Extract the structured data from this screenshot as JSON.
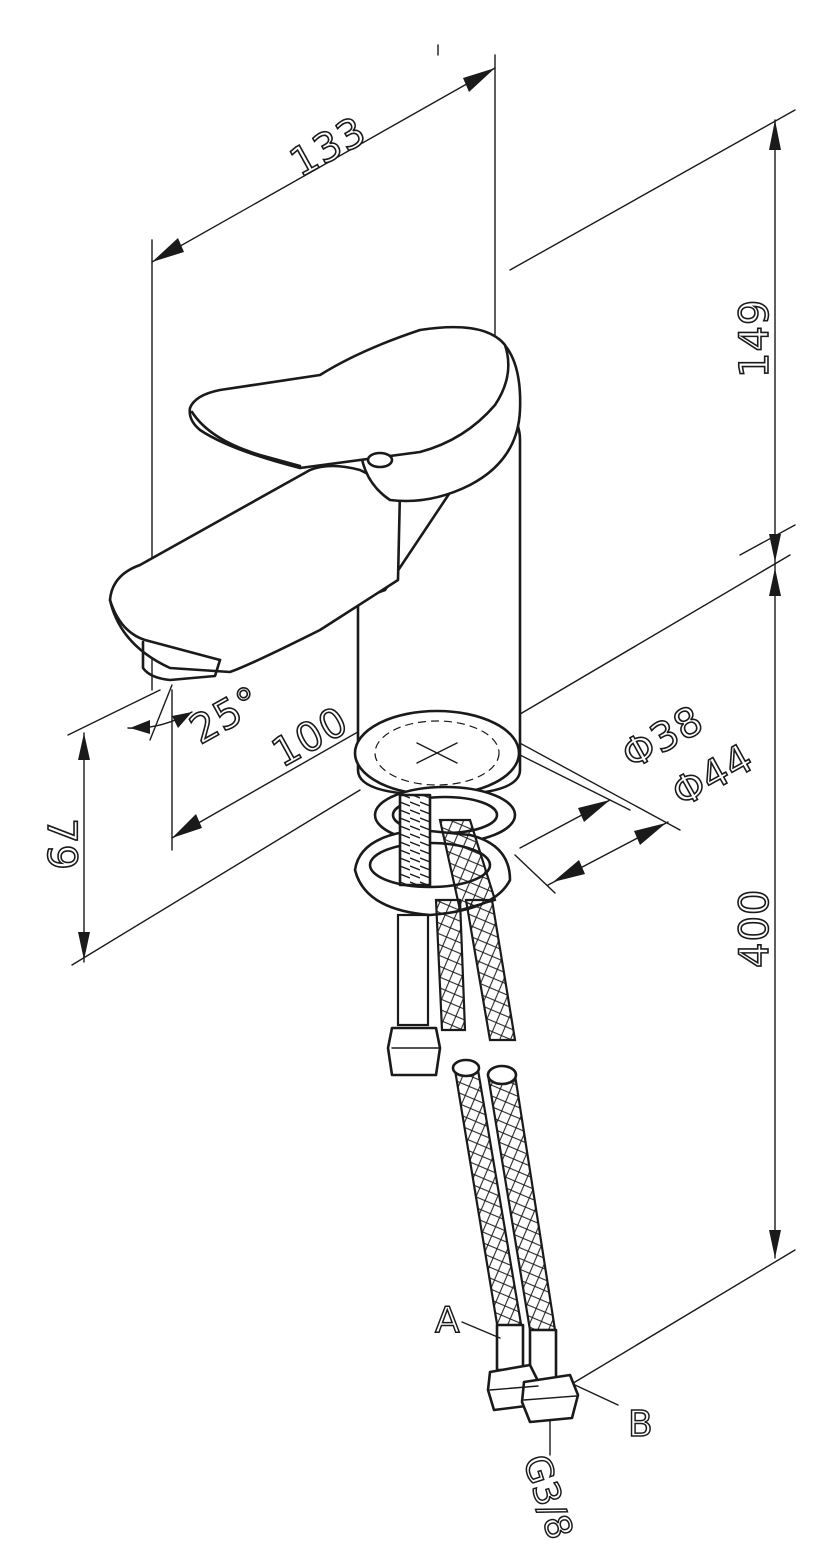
{
  "dimensions": {
    "width_overall": "133",
    "height_body": "149",
    "spout_reach": "100",
    "spout_height": "79",
    "hose_length": "400",
    "spout_angle": "25°",
    "base_diameter_inner": "Φ38",
    "base_diameter_outer": "Φ44"
  },
  "labels": {
    "hose_a": "A",
    "hose_b": "B",
    "thread": "G3/8"
  },
  "colors": {
    "line": "#1a1a1a",
    "background": "#ffffff"
  }
}
